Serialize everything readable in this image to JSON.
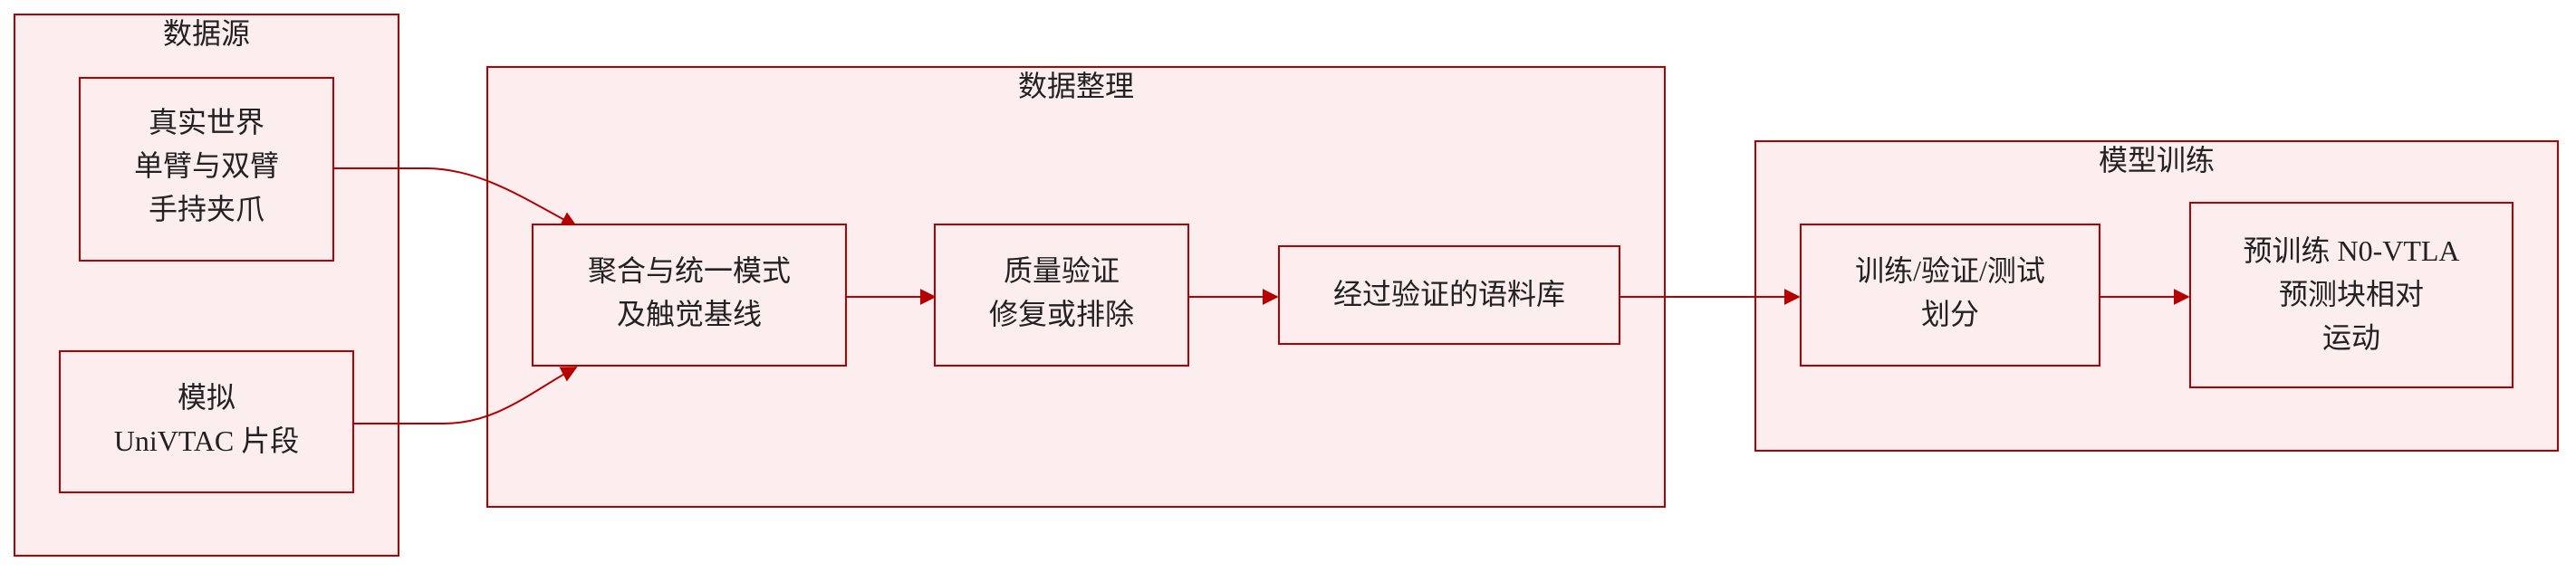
{
  "colors": {
    "border": "#b40000",
    "fill": "#fcedee",
    "text": "#222222",
    "background": "#ffffff"
  },
  "groups": {
    "sources": {
      "title": "数据源"
    },
    "curation": {
      "title": "数据整理"
    },
    "training": {
      "title": "模型训练"
    }
  },
  "nodes": {
    "real_world": {
      "lines": [
        "真实世界",
        "单臂与双臂",
        "手持夹爪"
      ]
    },
    "simulation": {
      "lines": [
        "模拟",
        "UniVTAC 片段"
      ]
    },
    "aggregate": {
      "lines": [
        "聚合与统一模式",
        "及触觉基线"
      ]
    },
    "quality": {
      "lines": [
        "质量验证",
        "修复或排除"
      ]
    },
    "corpus": {
      "lines": [
        "经过验证的语料库"
      ]
    },
    "split": {
      "lines": [
        "训练/验证/测试",
        "划分"
      ]
    },
    "pretrain": {
      "lines": [
        "预训练 N0-VTLA",
        "预测块相对",
        "运动"
      ]
    }
  }
}
